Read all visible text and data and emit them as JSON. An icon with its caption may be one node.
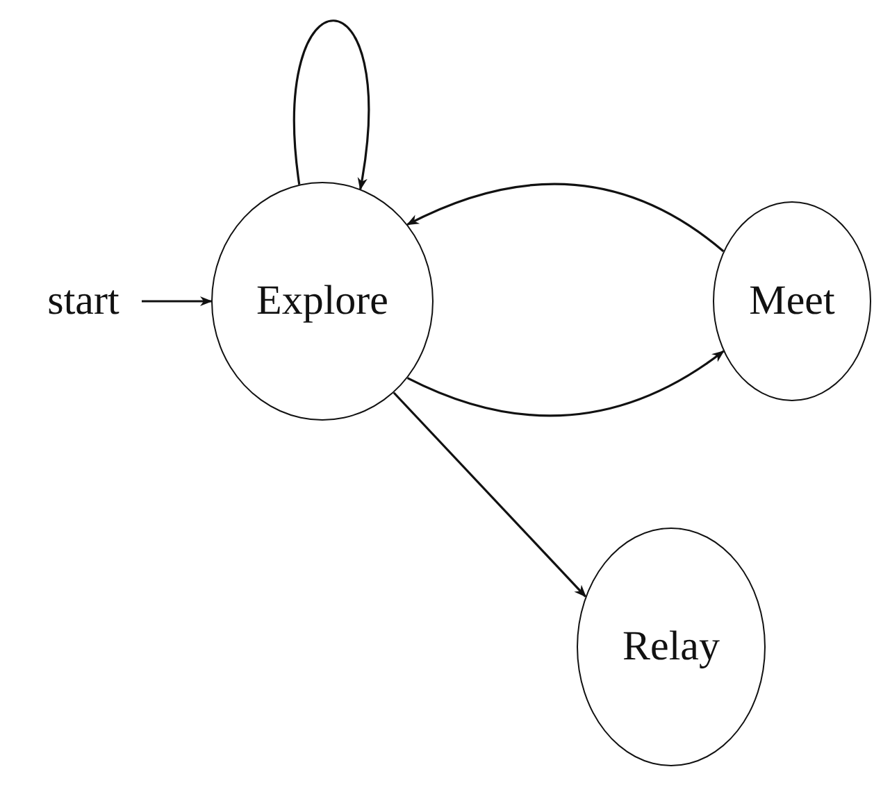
{
  "diagram": {
    "nodes": [
      {
        "text": [
          "start"
        ]
      },
      {
        "text": [
          "Explore"
        ]
      },
      {
        "text": [
          "Meet"
        ]
      },
      {
        "text": [
          "Relay"
        ]
      }
    ],
    "edges": [
      {
        "from": 0,
        "to": 1,
        "arrow": "to"
      },
      {
        "from": 1,
        "to": 1,
        "arrow": "to"
      },
      {
        "from": 2,
        "to": 1,
        "arrow": "to"
      },
      {
        "from": 1,
        "to": 2,
        "arrow": "to"
      },
      {
        "from": 1,
        "to": 3,
        "arrow": "to"
      }
    ]
  }
}
